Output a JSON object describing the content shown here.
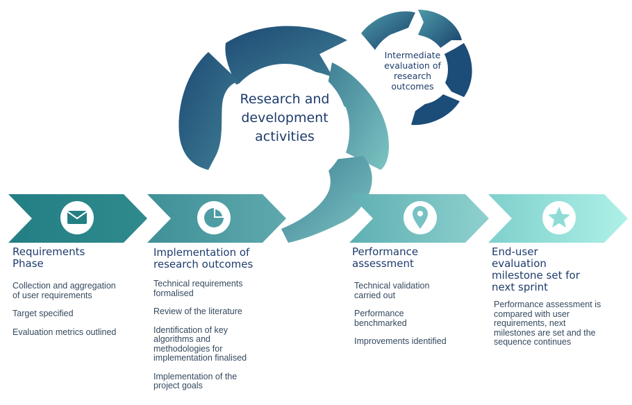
{
  "center": {
    "title": "Research and development activities"
  },
  "small_cycle": {
    "title": "Intermediate evaluation of research outcomes"
  },
  "phases": [
    {
      "title": "Requirements Phase",
      "icon": "envelope-icon",
      "bullets": [
        "Collection and aggregation of user requirements",
        "Target specified",
        "Evaluation metrics outlined"
      ]
    },
    {
      "title": "Implementation of research outcomes",
      "icon": "pie-chart-icon",
      "bullets": [
        "Technical requirements formalised",
        "Review of the literature",
        "Identification of key algorithms and methodologies for implementation finalised",
        "Implementation of the project goals"
      ]
    },
    {
      "title": "Performance assessment",
      "icon": "map-pin-icon",
      "bullets": [
        "Technical validation carried out",
        "Performance benchmarked",
        "Improvements identified"
      ]
    },
    {
      "title": "End-user evaluation milestone set for next sprint",
      "icon": "star-icon",
      "bullets": [
        "Performance assessment is compared with user requirements, next milestones are set and the sequence continues"
      ]
    }
  ],
  "colors": {
    "arrow1": "#237f84",
    "arrow2": "#4f9da4",
    "arrow3": "#77c2c4",
    "arrow4": "#9fe3de",
    "cycle_dark": "#1e4a74",
    "cycle_mid": "#3f7f95",
    "cycle_light": "#6fb5b8"
  }
}
